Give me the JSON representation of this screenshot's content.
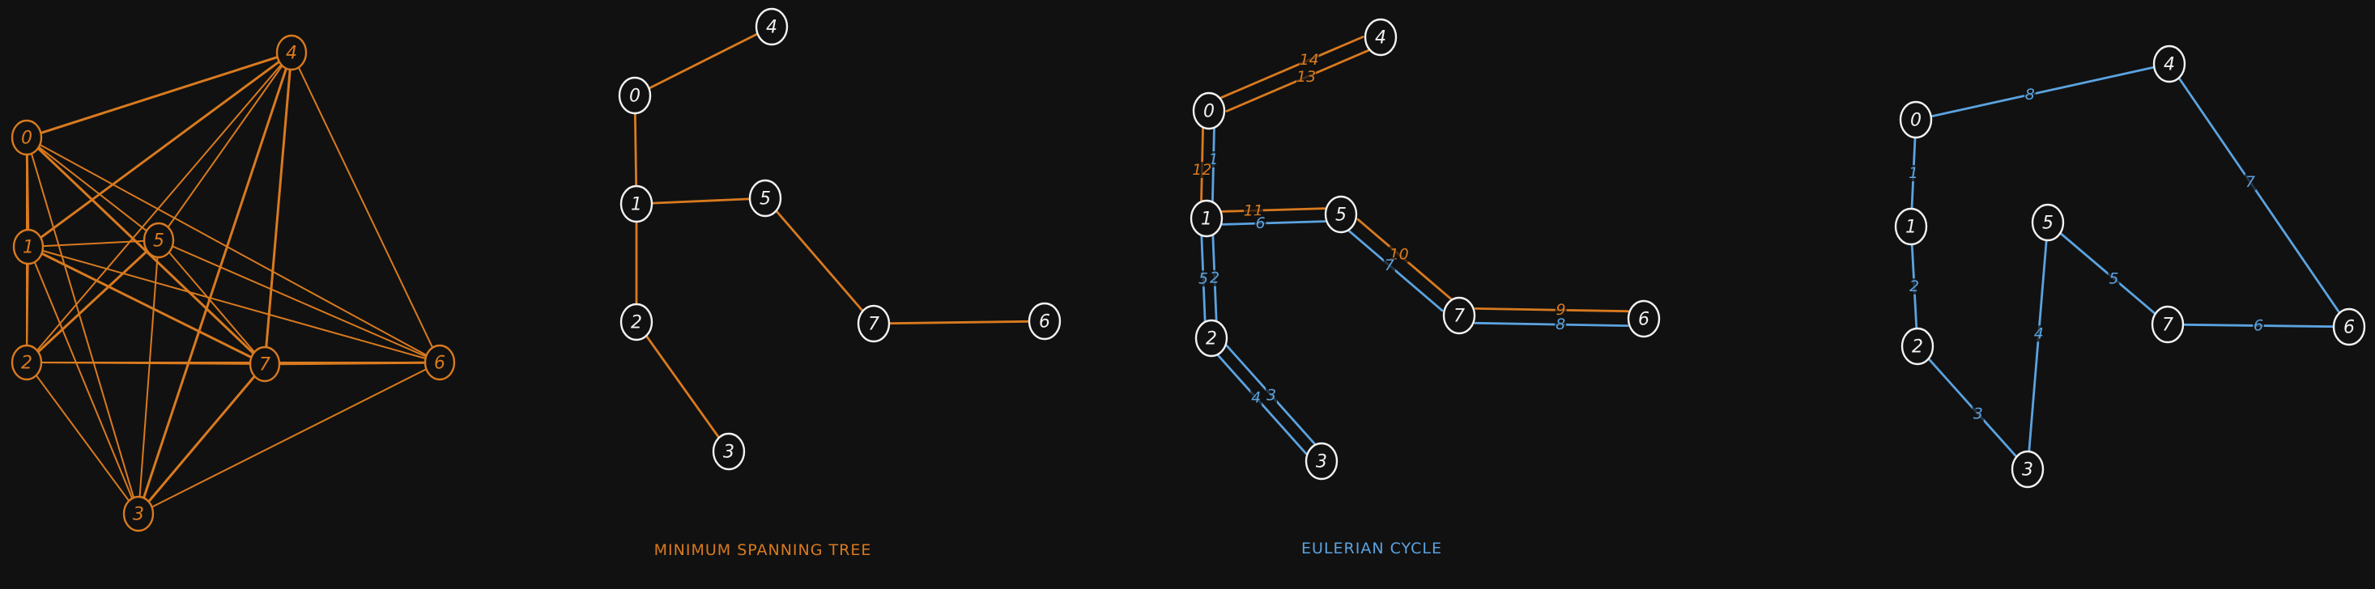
{
  "colors": {
    "background": "#111111",
    "orange": "#d97a1f",
    "blue": "#5ba3e0",
    "white": "#f2f2f2"
  },
  "captions": {
    "mst": "MINIMUM SPANNING TREE",
    "euler": "EULERIAN CYCLE"
  },
  "diagrams": [
    {
      "id": "complete-graph",
      "node_color": "orange",
      "nodes": [
        {
          "id": "0",
          "label": "0"
        },
        {
          "id": "1",
          "label": "1"
        },
        {
          "id": "2",
          "label": "2"
        },
        {
          "id": "3",
          "label": "3"
        },
        {
          "id": "4",
          "label": "4"
        },
        {
          "id": "5",
          "label": "5"
        },
        {
          "id": "6",
          "label": "6"
        },
        {
          "id": "7",
          "label": "7"
        }
      ],
      "edges": [
        {
          "from": "0",
          "to": "1",
          "color": "orange"
        },
        {
          "from": "0",
          "to": "2",
          "color": "orange"
        },
        {
          "from": "0",
          "to": "3",
          "color": "orange"
        },
        {
          "from": "0",
          "to": "4",
          "color": "orange"
        },
        {
          "from": "0",
          "to": "5",
          "color": "orange"
        },
        {
          "from": "0",
          "to": "6",
          "color": "orange"
        },
        {
          "from": "0",
          "to": "7",
          "color": "orange"
        },
        {
          "from": "1",
          "to": "2",
          "color": "orange"
        },
        {
          "from": "1",
          "to": "3",
          "color": "orange"
        },
        {
          "from": "1",
          "to": "4",
          "color": "orange"
        },
        {
          "from": "1",
          "to": "5",
          "color": "orange"
        },
        {
          "from": "1",
          "to": "6",
          "color": "orange"
        },
        {
          "from": "1",
          "to": "7",
          "color": "orange"
        },
        {
          "from": "2",
          "to": "3",
          "color": "orange"
        },
        {
          "from": "2",
          "to": "4",
          "color": "orange"
        },
        {
          "from": "2",
          "to": "5",
          "color": "orange"
        },
        {
          "from": "2",
          "to": "6",
          "color": "orange"
        },
        {
          "from": "2",
          "to": "7",
          "color": "orange"
        },
        {
          "from": "3",
          "to": "4",
          "color": "orange"
        },
        {
          "from": "3",
          "to": "5",
          "color": "orange"
        },
        {
          "from": "3",
          "to": "6",
          "color": "orange"
        },
        {
          "from": "3",
          "to": "7",
          "color": "orange"
        },
        {
          "from": "4",
          "to": "5",
          "color": "orange"
        },
        {
          "from": "4",
          "to": "6",
          "color": "orange"
        },
        {
          "from": "4",
          "to": "7",
          "color": "orange"
        },
        {
          "from": "5",
          "to": "6",
          "color": "orange"
        },
        {
          "from": "5",
          "to": "7",
          "color": "orange"
        },
        {
          "from": "6",
          "to": "7",
          "color": "orange"
        }
      ]
    },
    {
      "id": "mst",
      "node_color": "white",
      "nodes": [
        {
          "id": "0",
          "label": "0"
        },
        {
          "id": "1",
          "label": "1"
        },
        {
          "id": "2",
          "label": "2"
        },
        {
          "id": "3",
          "label": "3"
        },
        {
          "id": "4",
          "label": "4"
        },
        {
          "id": "5",
          "label": "5"
        },
        {
          "id": "6",
          "label": "6"
        },
        {
          "id": "7",
          "label": "7"
        }
      ],
      "edges": [
        {
          "from": "0",
          "to": "4",
          "color": "orange"
        },
        {
          "from": "0",
          "to": "1",
          "color": "orange"
        },
        {
          "from": "1",
          "to": "5",
          "color": "orange"
        },
        {
          "from": "1",
          "to": "2",
          "color": "orange"
        },
        {
          "from": "2",
          "to": "3",
          "color": "orange"
        },
        {
          "from": "5",
          "to": "7",
          "color": "orange"
        },
        {
          "from": "7",
          "to": "6",
          "color": "orange"
        }
      ]
    },
    {
      "id": "euler",
      "node_color": "white",
      "nodes": [
        {
          "id": "0",
          "label": "0"
        },
        {
          "id": "1",
          "label": "1"
        },
        {
          "id": "2",
          "label": "2"
        },
        {
          "id": "3",
          "label": "3"
        },
        {
          "id": "4",
          "label": "4"
        },
        {
          "id": "5",
          "label": "5"
        },
        {
          "id": "6",
          "label": "6"
        },
        {
          "id": "7",
          "label": "7"
        }
      ],
      "edges": [
        {
          "from": "0",
          "to": "4",
          "color": "orange",
          "label": "14"
        },
        {
          "from": "0",
          "to": "4",
          "color": "orange",
          "label": "13"
        },
        {
          "from": "0",
          "to": "1",
          "color": "blue",
          "label": "1"
        },
        {
          "from": "0",
          "to": "1",
          "color": "orange",
          "label": "12"
        },
        {
          "from": "1",
          "to": "5",
          "color": "orange",
          "label": "11"
        },
        {
          "from": "1",
          "to": "5",
          "color": "blue",
          "label": "6"
        },
        {
          "from": "1",
          "to": "2",
          "color": "blue",
          "label": "2"
        },
        {
          "from": "1",
          "to": "2",
          "color": "blue",
          "label": "5"
        },
        {
          "from": "2",
          "to": "3",
          "color": "blue",
          "label": "4"
        },
        {
          "from": "2",
          "to": "3",
          "color": "blue",
          "label": "3"
        },
        {
          "from": "5",
          "to": "7",
          "color": "orange",
          "label": "10"
        },
        {
          "from": "5",
          "to": "7",
          "color": "blue",
          "label": "7"
        },
        {
          "from": "7",
          "to": "6",
          "color": "orange",
          "label": "9"
        },
        {
          "from": "7",
          "to": "6",
          "color": "blue",
          "label": "8"
        }
      ]
    },
    {
      "id": "hamiltonian",
      "node_color": "white",
      "nodes": [
        {
          "id": "0",
          "label": "0"
        },
        {
          "id": "1",
          "label": "1"
        },
        {
          "id": "2",
          "label": "2"
        },
        {
          "id": "3",
          "label": "3"
        },
        {
          "id": "4",
          "label": "4"
        },
        {
          "id": "5",
          "label": "5"
        },
        {
          "id": "6",
          "label": "6"
        },
        {
          "id": "7",
          "label": "7"
        }
      ],
      "edges": [
        {
          "from": "0",
          "to": "4",
          "color": "blue",
          "label": "8"
        },
        {
          "from": "0",
          "to": "1",
          "color": "blue",
          "label": "1"
        },
        {
          "from": "1",
          "to": "2",
          "color": "blue",
          "label": "2"
        },
        {
          "from": "2",
          "to": "3",
          "color": "blue",
          "label": "3"
        },
        {
          "from": "3",
          "to": "5",
          "color": "blue",
          "label": "4"
        },
        {
          "from": "5",
          "to": "7",
          "color": "blue",
          "label": "5"
        },
        {
          "from": "7",
          "to": "6",
          "color": "blue",
          "label": "6"
        },
        {
          "from": "6",
          "to": "4",
          "color": "blue",
          "label": "7"
        }
      ]
    }
  ]
}
